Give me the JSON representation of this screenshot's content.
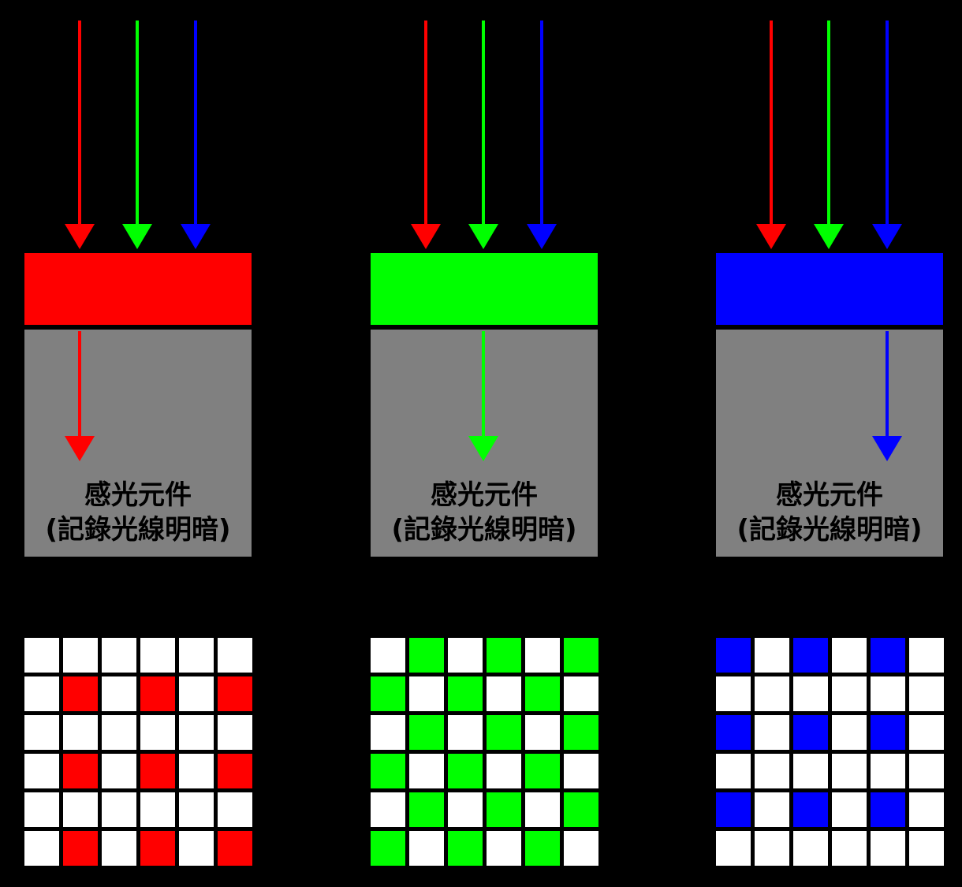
{
  "colors": {
    "background": "#000000",
    "red": "#ff0000",
    "green": "#00ff00",
    "blue": "#0000ff",
    "sensor": "#808080",
    "pixel_off": "#ffffff"
  },
  "panels": [
    {
      "id": "red",
      "filter_color": "#ff0000",
      "passed_color": "#ff0000",
      "sensor_label_line1": "感光元件",
      "sensor_label_line2": "(記錄光線明暗)",
      "grid": [
        [
          0,
          0,
          0,
          0,
          0,
          0
        ],
        [
          0,
          1,
          0,
          1,
          0,
          1
        ],
        [
          0,
          0,
          0,
          0,
          0,
          0
        ],
        [
          0,
          1,
          0,
          1,
          0,
          1
        ],
        [
          0,
          0,
          0,
          0,
          0,
          0
        ],
        [
          0,
          1,
          0,
          1,
          0,
          1
        ]
      ]
    },
    {
      "id": "green",
      "filter_color": "#00ff00",
      "passed_color": "#00ff00",
      "sensor_label_line1": "感光元件",
      "sensor_label_line2": "(記錄光線明暗)",
      "grid": [
        [
          0,
          1,
          0,
          1,
          0,
          1
        ],
        [
          1,
          0,
          1,
          0,
          1,
          0
        ],
        [
          0,
          1,
          0,
          1,
          0,
          1
        ],
        [
          1,
          0,
          1,
          0,
          1,
          0
        ],
        [
          0,
          1,
          0,
          1,
          0,
          1
        ],
        [
          1,
          0,
          1,
          0,
          1,
          0
        ]
      ]
    },
    {
      "id": "blue",
      "filter_color": "#0000ff",
      "passed_color": "#0000ff",
      "sensor_label_line1": "感光元件",
      "sensor_label_line2": "(記錄光線明暗)",
      "grid": [
        [
          1,
          0,
          1,
          0,
          1,
          0
        ],
        [
          0,
          0,
          0,
          0,
          0,
          0
        ],
        [
          1,
          0,
          1,
          0,
          1,
          0
        ],
        [
          0,
          0,
          0,
          0,
          0,
          0
        ],
        [
          1,
          0,
          1,
          0,
          1,
          0
        ],
        [
          0,
          0,
          0,
          0,
          0,
          0
        ]
      ]
    }
  ]
}
